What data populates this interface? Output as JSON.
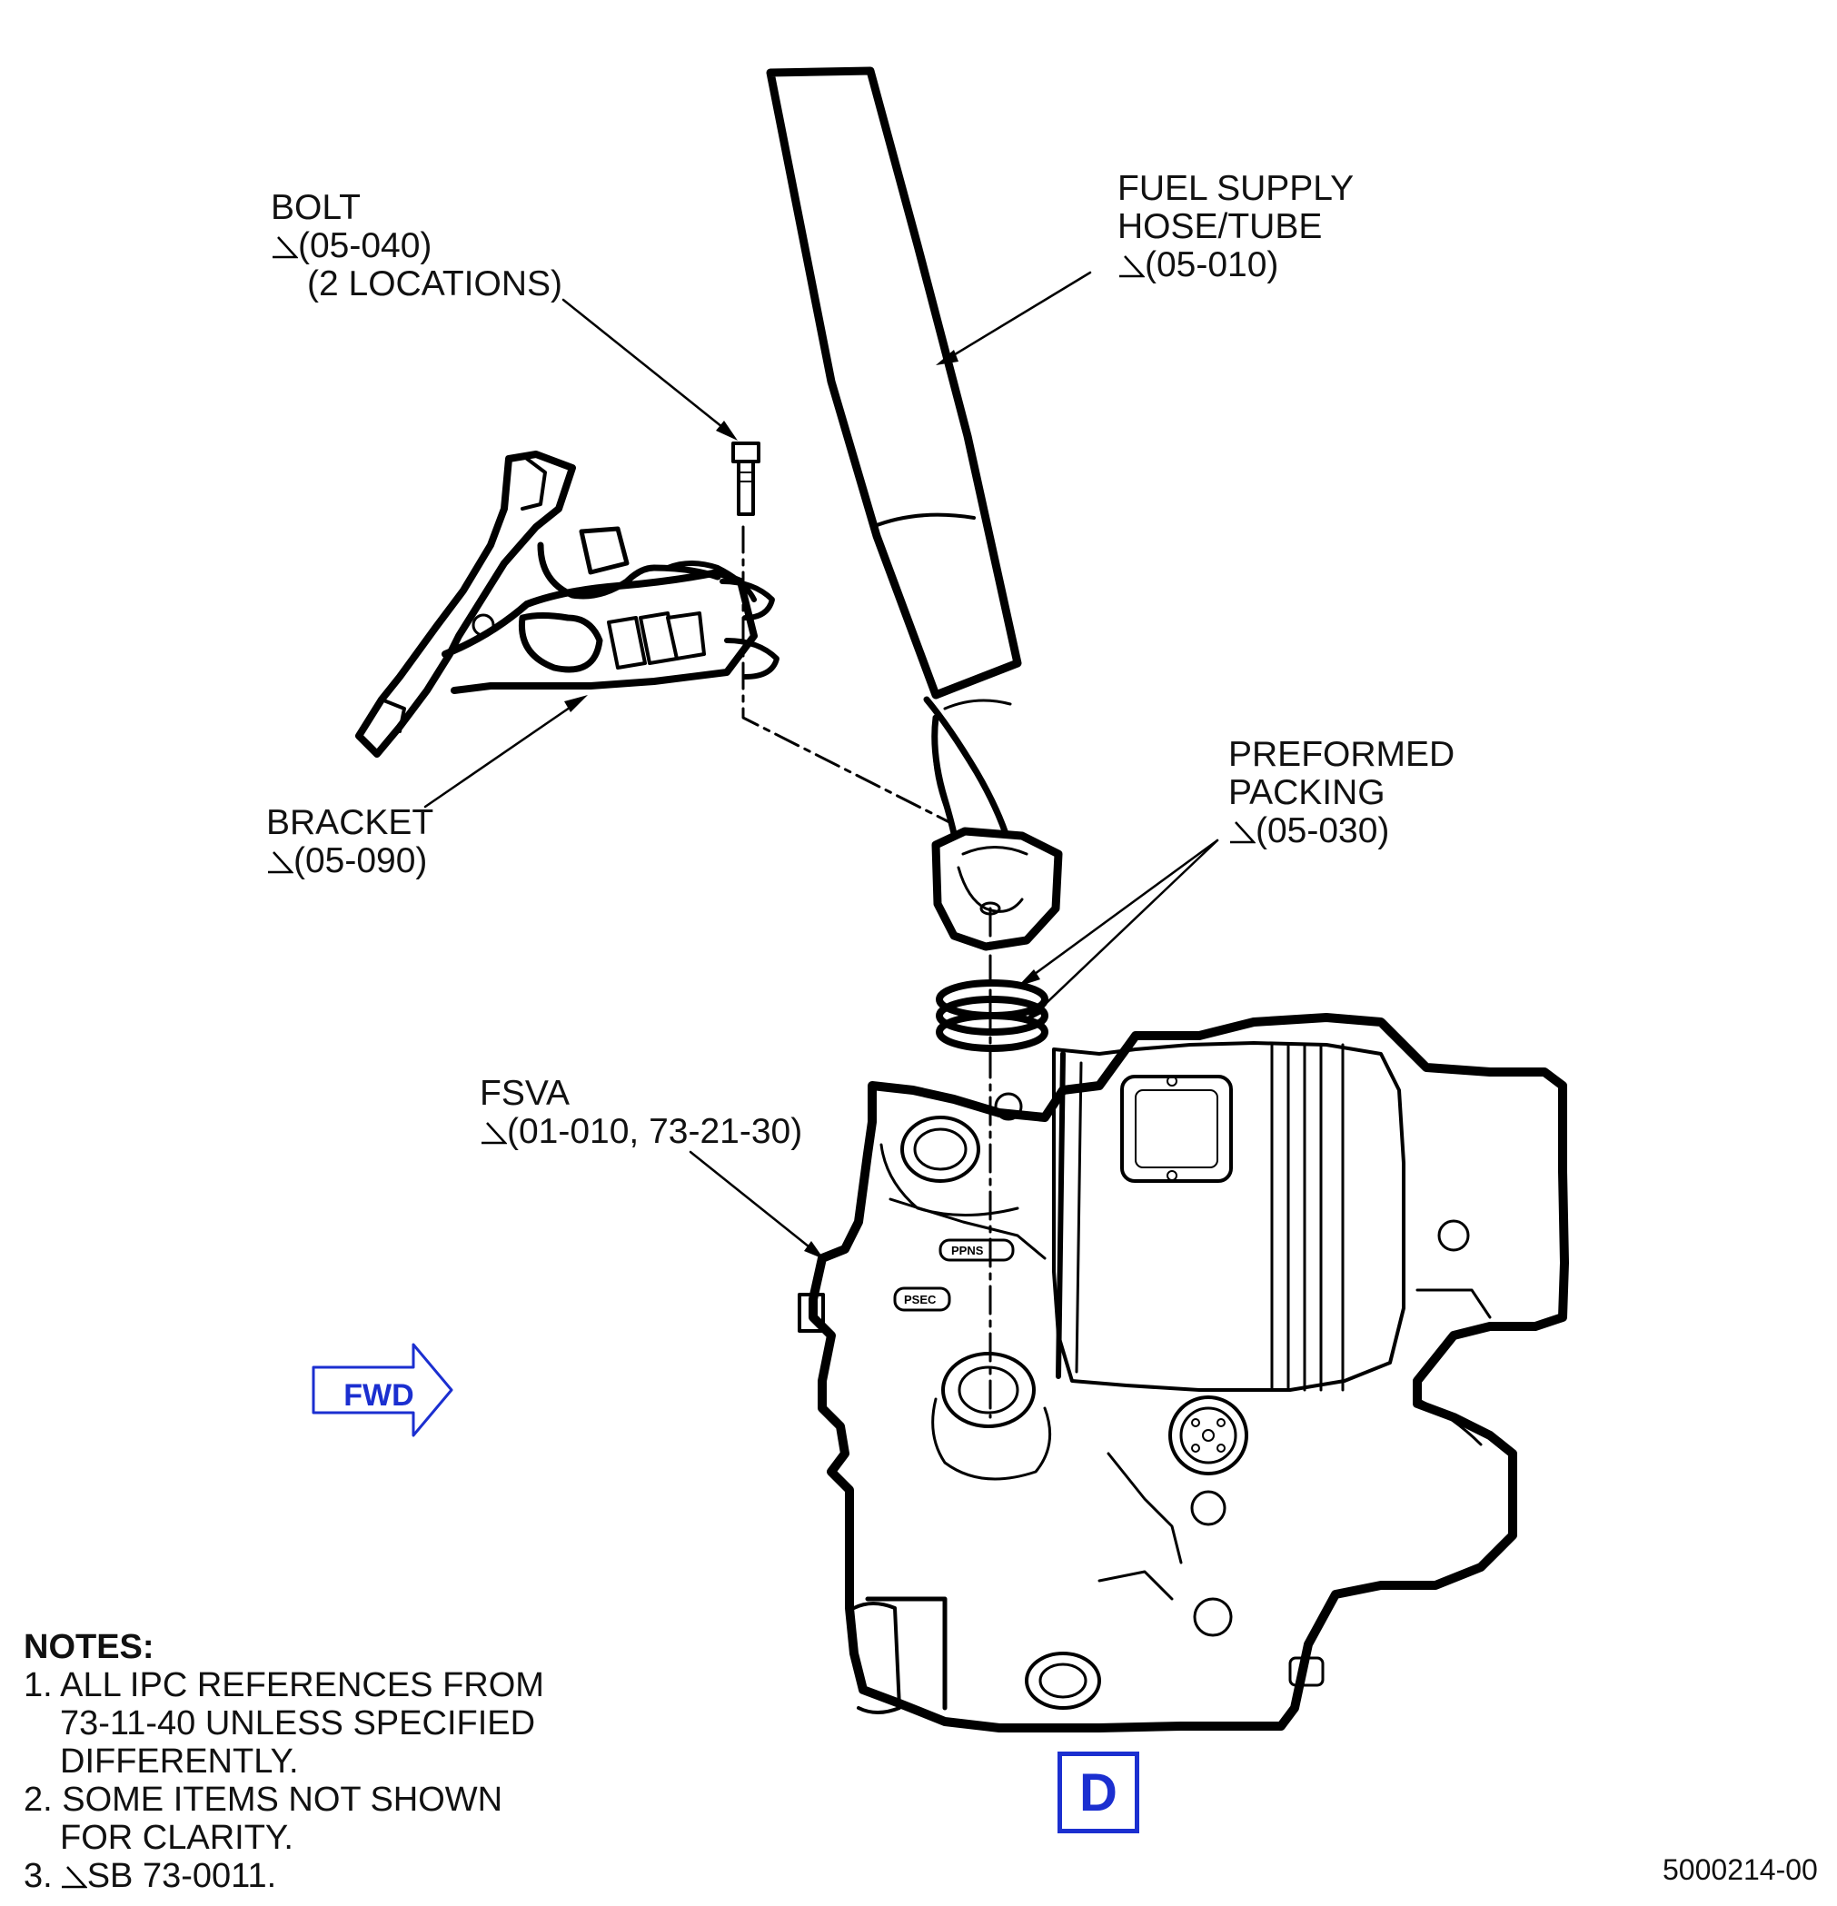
{
  "callouts": {
    "bolt": {
      "name": "BOLT",
      "ref": "(05-040)",
      "note": "(2 LOCATIONS)"
    },
    "fuel_supply": {
      "line1": "FUEL SUPPLY",
      "line2": "HOSE/TUBE",
      "ref": "(05-010)"
    },
    "bracket": {
      "name": "BRACKET",
      "ref": "(05-090)"
    },
    "packing": {
      "line1": "PREFORMED",
      "line2": "PACKING",
      "ref": "(05-030)"
    },
    "fsva": {
      "name": "FSVA",
      "ref": "(01-010, 73-21-30)"
    }
  },
  "stencils": {
    "ppns": "PPNS",
    "psec": "PSEC"
  },
  "notes": {
    "heading": "NOTES:",
    "n1a": "1. ALL IPC REFERENCES FROM",
    "n1b": "73-11-40 UNLESS SPECIFIED",
    "n1c": "DIFFERENTLY.",
    "n2a": "2. SOME ITEMS NOT SHOWN",
    "n2b": "FOR CLARITY.",
    "n3": "3.",
    "n3ref": "SB 73-0011."
  },
  "fwd_label": "FWD",
  "view_label": "D",
  "figure_id": "5000214-00",
  "colors": {
    "line": "#000000",
    "accent": "#1b2fd0"
  }
}
